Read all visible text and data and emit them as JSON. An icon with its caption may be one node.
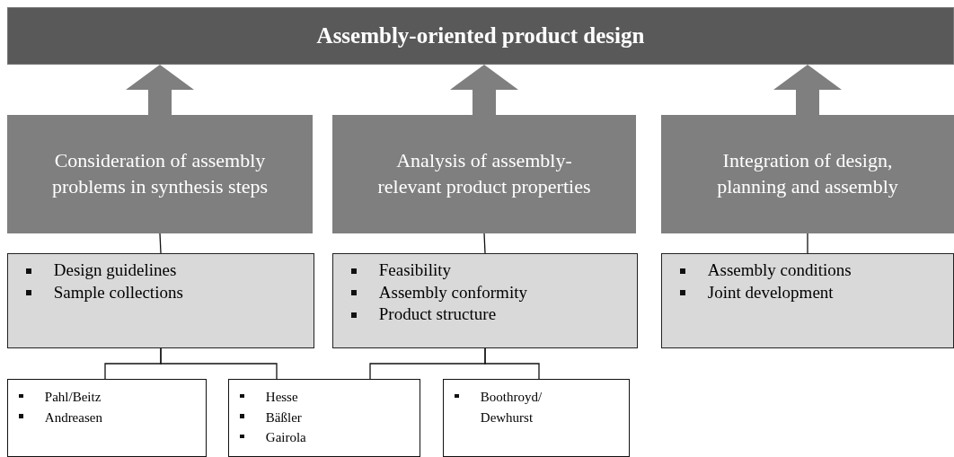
{
  "diagram": {
    "nodes": [
      {
        "text": [
          "Assembly-oriented product design"
        ]
      },
      {
        "text": [
          "Consideration of assembly problems in synthesis steps"
        ]
      },
      {
        "text": [
          "Analysis of assembly-relevant product properties"
        ]
      },
      {
        "text": [
          "Integration of design, planning and assembly"
        ]
      },
      {
        "text": [
          "Design guidelines",
          "Sample collections"
        ]
      },
      {
        "text": [
          "Feasibility",
          "Assembly conformity",
          "Product structure"
        ]
      },
      {
        "text": [
          "Assembly conditions",
          "Joint development"
        ]
      },
      {
        "text": [
          "Pahl/Beitz",
          "Andreasen"
        ]
      },
      {
        "text": [
          "Hesse",
          "Bäßler",
          "Gairola"
        ]
      },
      {
        "text": [
          "Boothroyd/ Dewhurst"
        ]
      }
    ],
    "edges": [
      {
        "from": 1,
        "to": 0,
        "arrow": "to",
        "style": "thick",
        "color": "#7f7f7f"
      },
      {
        "from": 2,
        "to": 0,
        "arrow": "to",
        "style": "thick",
        "color": "#7f7f7f"
      },
      {
        "from": 3,
        "to": 0,
        "arrow": "to",
        "style": "thick",
        "color": "#7f7f7f"
      },
      {
        "from": 1,
        "to": 4,
        "arrow": "none"
      },
      {
        "from": 2,
        "to": 5,
        "arrow": "none"
      },
      {
        "from": 3,
        "to": 6,
        "arrow": "none"
      },
      {
        "from": 4,
        "to": 7,
        "arrow": "none"
      },
      {
        "from": 4,
        "to": 8,
        "arrow": "none"
      },
      {
        "from": 5,
        "to": 8,
        "arrow": "none"
      },
      {
        "from": 5,
        "to": 9,
        "arrow": "none"
      }
    ]
  }
}
